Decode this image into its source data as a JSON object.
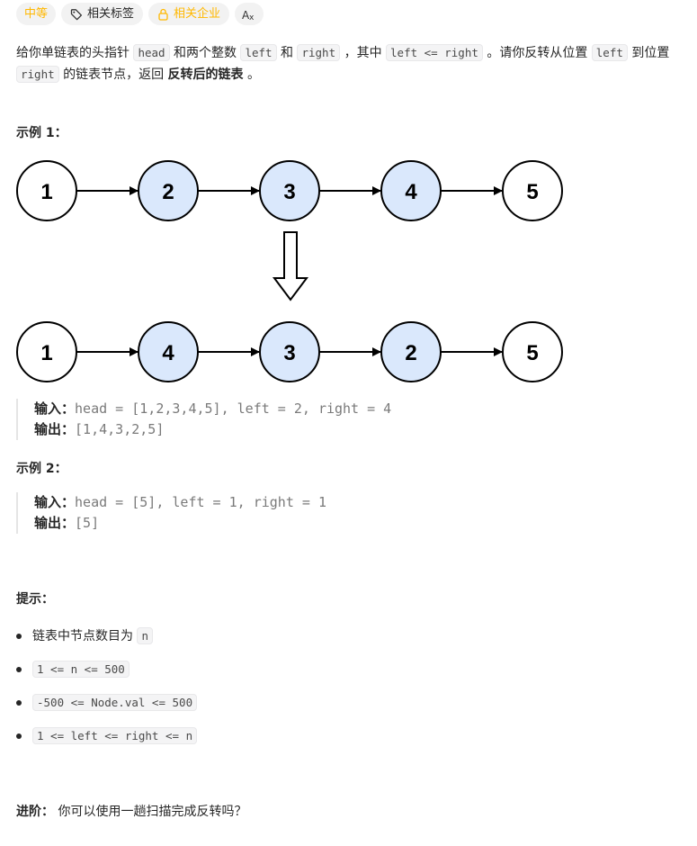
{
  "tags": {
    "difficulty": "中等",
    "related_tags": "相关标签",
    "related_companies": "相关企业",
    "lang_icon": "Aあ"
  },
  "description": {
    "p1_a": "给你单链表的头指针 ",
    "head": "head",
    "p1_b": " 和两个整数 ",
    "left": "left",
    "p1_c": " 和 ",
    "right": "right",
    "p1_d": " ，其中 ",
    "cond": "left <= right",
    "p1_e": " 。请你反转从位置 ",
    "left2": "left",
    "p1_f": " 到位置 ",
    "right2": "right",
    "p1_g": " 的链表节点，返回 ",
    "bold": "反转后的链表",
    "p1_h": " 。"
  },
  "examples": [
    {
      "title": "示例 1：",
      "before": [
        "1",
        "2",
        "3",
        "4",
        "5"
      ],
      "after": [
        "1",
        "4",
        "3",
        "2",
        "5"
      ],
      "input_label": "输入：",
      "input": "head = [1,2,3,4,5], left = 2, right = 4",
      "output_label": "输出：",
      "output": "[1,4,3,2,5]"
    },
    {
      "title": "示例 2：",
      "input_label": "输入：",
      "input": "head = [5], left = 1, right = 1",
      "output_label": "输出：",
      "output": "[5]"
    }
  ],
  "hints": {
    "title": "提示：",
    "items": [
      {
        "text": "链表中节点数目为 ",
        "code": "n"
      },
      {
        "text": "",
        "code": "1 <= n <= 500"
      },
      {
        "text": "",
        "code": "-500 <= Node.val <= 500"
      },
      {
        "text": "",
        "code": "1 <= left <= right <= n"
      }
    ]
  },
  "advanced": {
    "label": "进阶：",
    "text": " 你可以使用一趟扫描完成反转吗？"
  },
  "colors": {
    "accent": "#ffb800",
    "node_highlight": "#dae8fc",
    "node_plain": "#ffffff"
  }
}
